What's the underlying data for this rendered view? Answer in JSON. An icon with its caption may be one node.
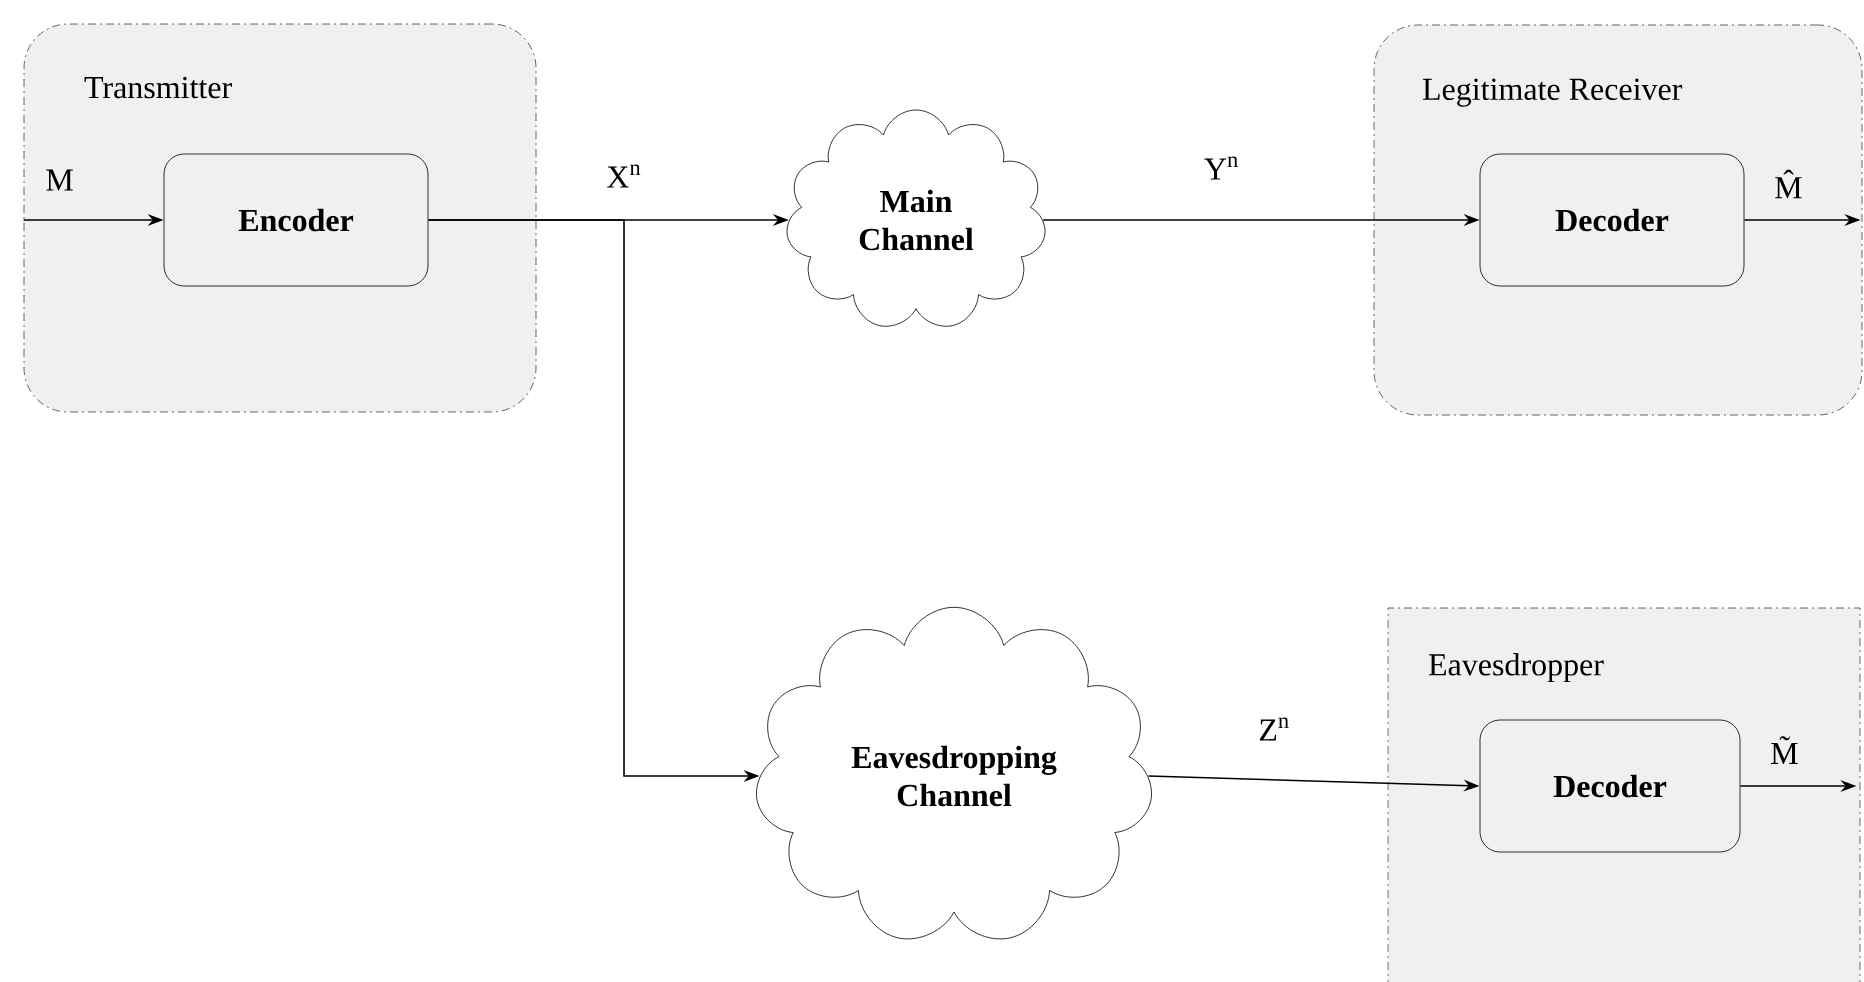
{
  "diagram": {
    "nodes": [
      {
        "text": [
          "Transmitter"
        ]
      },
      {
        "text": [
          "**Encoder**"
        ],
        "in": 0
      },
      {
        "text": [
          "**Main Channel**"
        ]
      },
      {
        "text": [
          "Legitimate Receiver"
        ]
      },
      {
        "text": [
          "**Decoder**"
        ],
        "in": 3
      },
      {
        "text": [
          "**Eavesdropping Channel**"
        ]
      },
      {
        "text": [
          "Eavesdropper"
        ]
      },
      {
        "text": [
          "**Decoder**"
        ],
        "in": 6
      }
    ],
    "edges": [
      {
        "from": null,
        "to": 1,
        "arrow": "to",
        "label": "M"
      },
      {
        "from": 1,
        "to": 2,
        "arrow": "to",
        "label": "X$^{n}$"
      },
      {
        "from": 1,
        "to": 5,
        "arrow": "to"
      },
      {
        "from": 2,
        "to": 4,
        "arrow": "to",
        "label": "Y$^{n}$"
      },
      {
        "from": 4,
        "to": null,
        "arrow": "to",
        "label": "M̂"
      },
      {
        "from": 5,
        "to": 7,
        "arrow": "to",
        "label": "Z$^{n}$"
      },
      {
        "from": 7,
        "to": null,
        "arrow": "to",
        "label": "M̃"
      }
    ]
  }
}
